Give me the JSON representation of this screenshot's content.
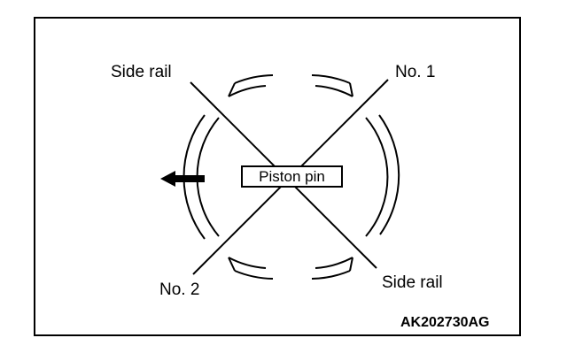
{
  "labels": {
    "side_rail_top": "Side rail",
    "no1": "No. 1",
    "no2": "No. 2",
    "side_rail_bottom": "Side rail",
    "piston_pin": "Piston pin",
    "figure_code": "AK202730AG"
  },
  "icons": {
    "direction": "arrow-left-icon"
  },
  "colors": {
    "line": "#000000",
    "background": "#ffffff"
  }
}
